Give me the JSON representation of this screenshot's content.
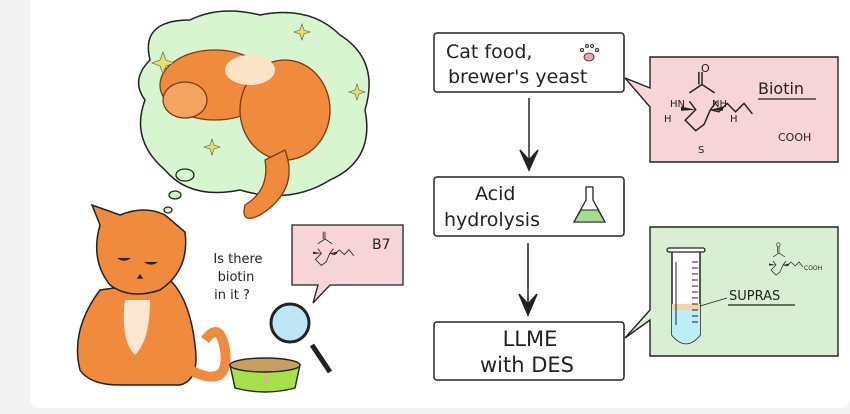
{
  "flow": {
    "step1": {
      "line1": "Cat food,",
      "line2": "brewer's yeast",
      "icon": "paw-icon"
    },
    "step2": {
      "line1": "Acid",
      "line2": "hydrolysis",
      "icon": "flask-icon"
    },
    "step3": {
      "line1": "LLME",
      "line2": "with DES"
    }
  },
  "callouts": {
    "biotin_label": "Biotin",
    "supras_label": "SUPRAS",
    "b7_label": "B7"
  },
  "molecule": {
    "o": "O",
    "hn": "HN",
    "nh": "NH",
    "h": "H",
    "s": "S",
    "cooh": "COOH"
  },
  "question": {
    "line1": "Is there",
    "line2": "biotin",
    "line3": "in it ?"
  },
  "colors": {
    "pink": "#f7d4d8",
    "green": "#d8efd4",
    "orange": "#f08a3c",
    "bowl": "#a6e14a",
    "thought": "#d7f5cf"
  }
}
